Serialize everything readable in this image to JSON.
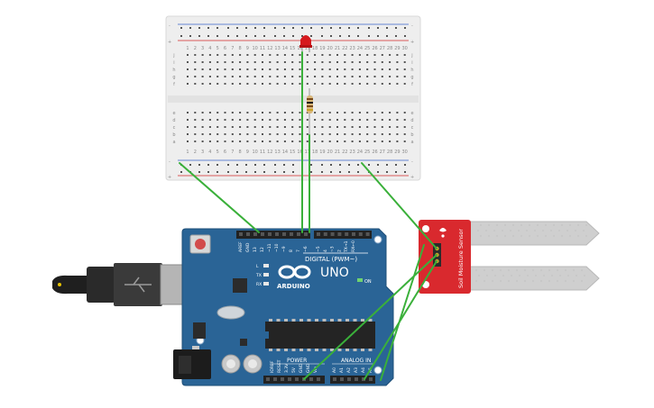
{
  "breadboard": {
    "column_numbers": [
      "1",
      "2",
      "3",
      "4",
      "5",
      "6",
      "7",
      "8",
      "9",
      "10",
      "11",
      "12",
      "13",
      "14",
      "15",
      "16",
      "17",
      "18",
      "19",
      "20",
      "21",
      "22",
      "23",
      "24",
      "25",
      "26",
      "27",
      "28",
      "29",
      "30"
    ],
    "row_letters_top": [
      "j",
      "i",
      "h",
      "g",
      "f"
    ],
    "row_letters_bottom": [
      "e",
      "d",
      "c",
      "b",
      "a"
    ],
    "rail_minus": "-",
    "rail_plus": "+",
    "colors": {
      "body": "#eeeeee",
      "rail_red": "#d42a2a",
      "rail_blue": "#3a62c9",
      "hole": "#555555"
    }
  },
  "arduino": {
    "logo": "ARDUINO",
    "model": "UNO",
    "on_label": "ON",
    "digital_label": "DIGITAL (PWM~)",
    "power_label": "POWER",
    "analog_label": "ANALOG IN",
    "top_pin_labels": [
      "AREF",
      "GND",
      "13",
      "12",
      "~11",
      "~10",
      "~9",
      "8",
      "7",
      "~6",
      "~5",
      "4",
      "~3",
      "2",
      "TX→1",
      "RX←0"
    ],
    "power_pin_labels": [
      "IOREF",
      "RESET",
      "3.3V",
      "5V",
      "GND",
      "GND",
      "Vin"
    ],
    "analog_pin_labels": [
      "A0",
      "A1",
      "A2",
      "A3",
      "A4",
      "A5"
    ],
    "led_labels": [
      "L",
      "TX",
      "RX"
    ],
    "colors": {
      "board": "#2a6496",
      "header": "#222222"
    }
  },
  "sensor": {
    "label": "Soil Moisture Sensor",
    "colors": {
      "board": "#d9292e",
      "probe": "#cfcfcf"
    }
  },
  "wire_color": "#3ab03a",
  "led_color": "#d6191e",
  "usb_color": "#1f1f1f"
}
